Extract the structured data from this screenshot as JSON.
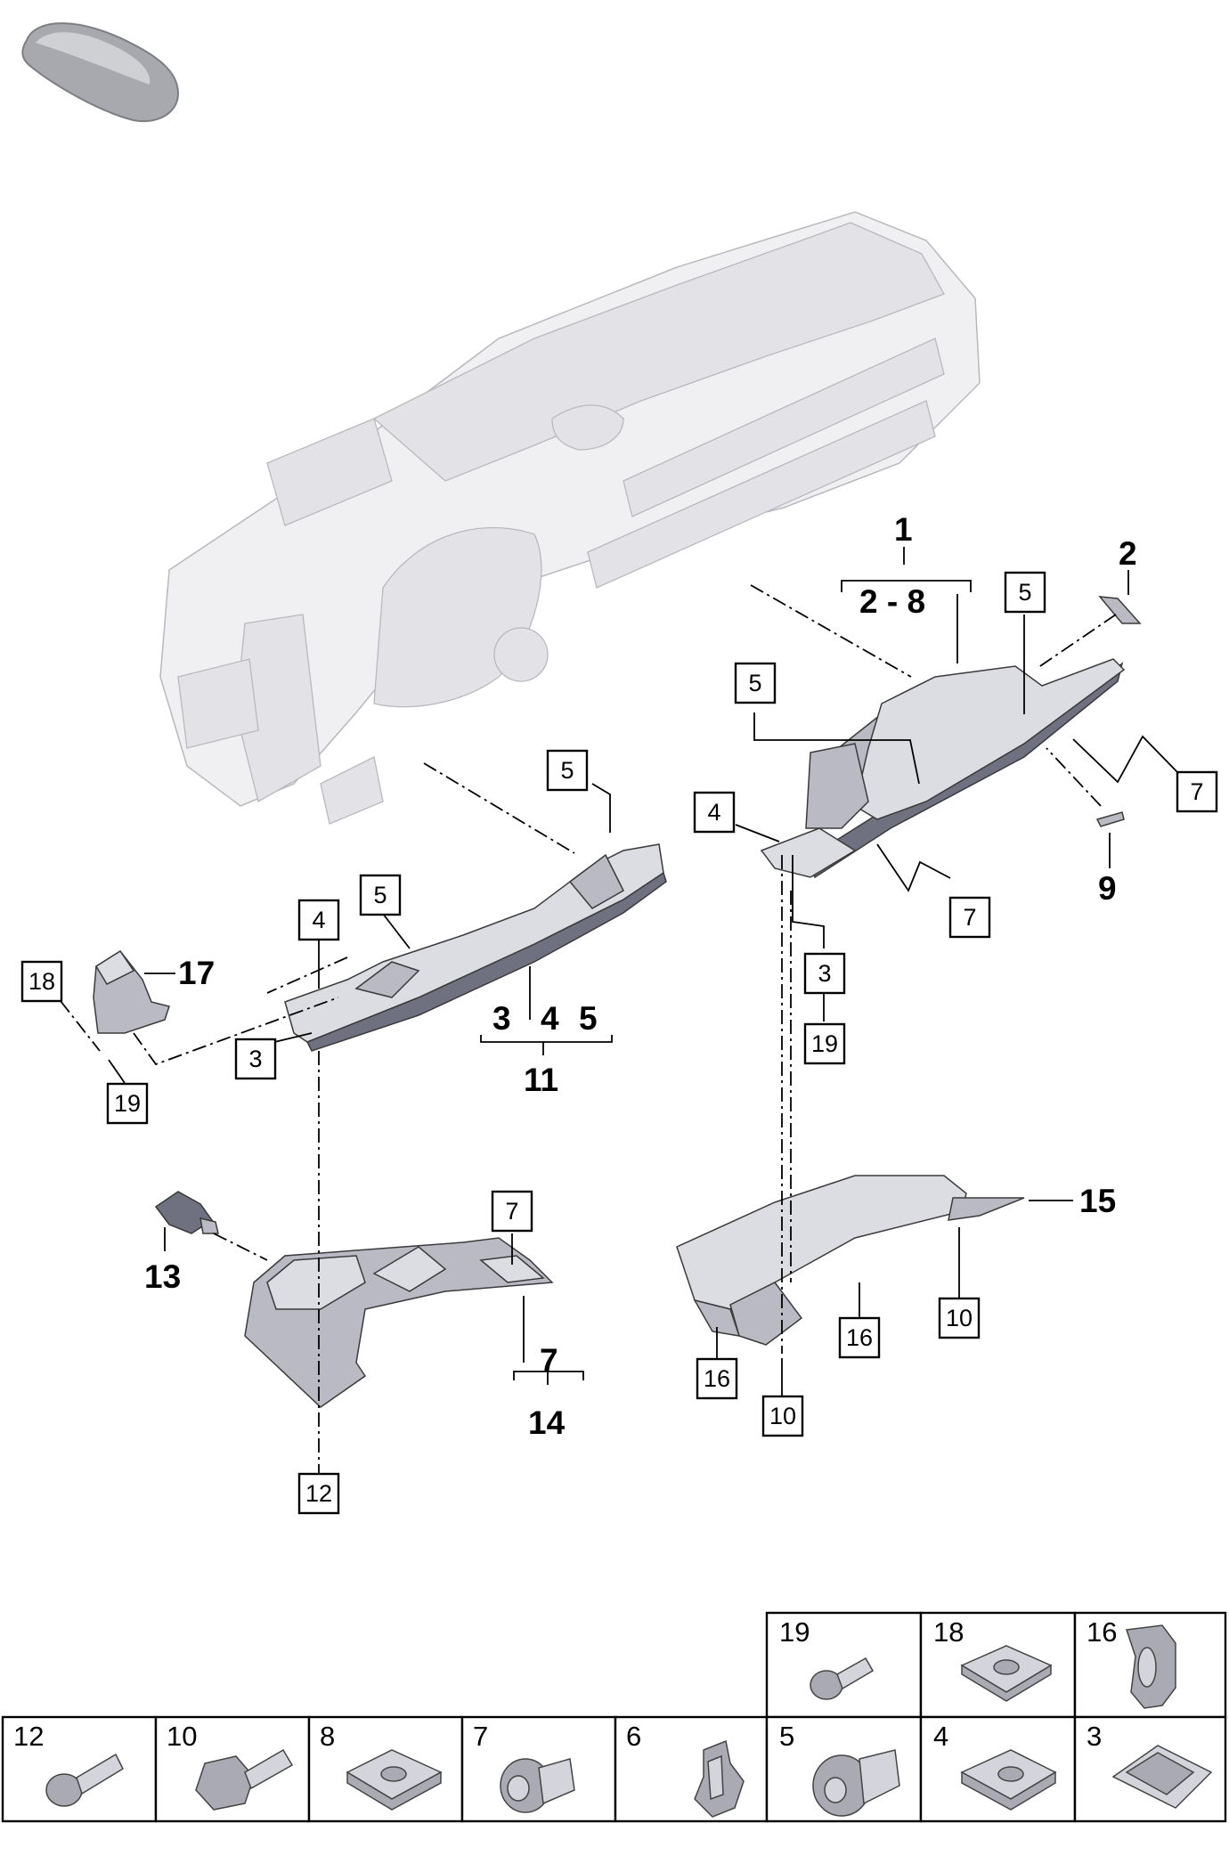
{
  "bold_labels": {
    "l1": "1",
    "l2_8": "2 - 8",
    "l2": "2",
    "l9": "9",
    "l3": "3",
    "l4": "4",
    "l5": "5",
    "l11": "11",
    "l17": "17",
    "l13": "13",
    "l7": "7",
    "l14": "14",
    "l15": "15"
  },
  "callouts": {
    "c5a": "5",
    "c5b": "5",
    "c5c": "5",
    "c5d": "5",
    "c4a": "4",
    "c4b": "4",
    "c7a": "7",
    "c7b": "7",
    "c7c": "7",
    "c3a": "3",
    "c3b": "3",
    "c19a": "19",
    "c19b": "19",
    "c18": "18",
    "c12": "12",
    "c10a": "10",
    "c10b": "10",
    "c16a": "16",
    "c16b": "16"
  },
  "hardware_table": {
    "top_row": [
      "19",
      "18",
      "16"
    ],
    "bottom_row": [
      "12",
      "10",
      "8",
      "7",
      "6",
      "5",
      "4",
      "3"
    ]
  }
}
